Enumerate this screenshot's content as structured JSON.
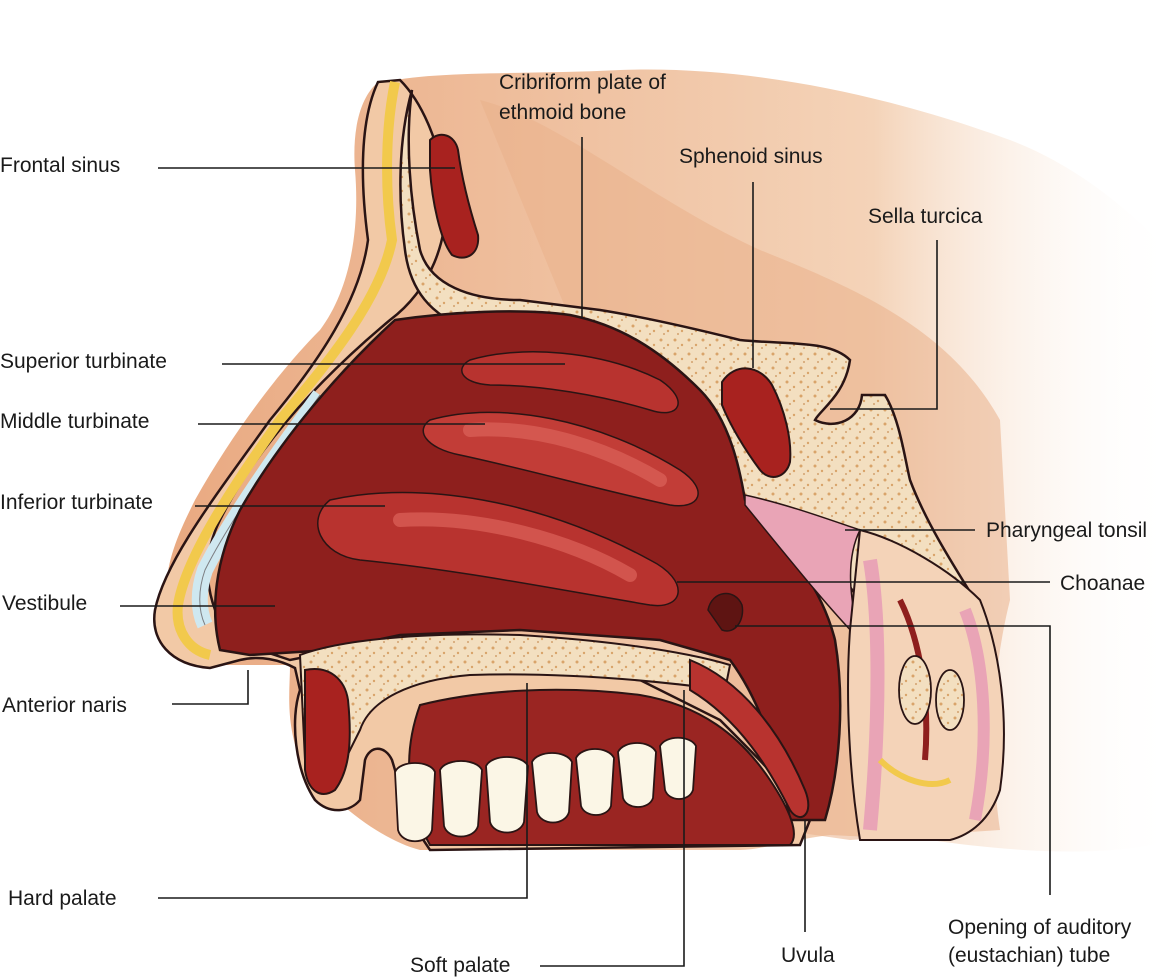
{
  "labels": {
    "frontal_sinus": "Frontal sinus",
    "superior_turbinate": "Superior turbinate",
    "middle_turbinate": "Middle turbinate",
    "inferior_turbinate": "Inferior turbinate",
    "vestibule": "Vestibule",
    "anterior_naris": "Anterior naris",
    "hard_palate": "Hard palate",
    "soft_palate": "Soft palate",
    "uvula": "Uvula",
    "cribriform_line1": "Cribriform plate of",
    "cribriform_line2": "ethmoid bone",
    "sphenoid_sinus": "Sphenoid sinus",
    "sella_turcica": "Sella turcica",
    "pharyngeal_tonsil": "Pharyngeal tonsil",
    "choanae": "Choanae",
    "auditory_line1": "Opening of auditory",
    "auditory_line2": "(eustachian) tube"
  },
  "colors": {
    "skin": "#f2c9a6",
    "skin_shadow": "#e9a981",
    "bone": "#f3dfc0",
    "bone_speckle": "#d9a46a",
    "mucosa_dark": "#8e1f1d",
    "mucosa_mid": "#b8332f",
    "mucosa_light": "#d65a52",
    "fat_yellow": "#f2c94c",
    "cartilage_blue": "#cfe8f0",
    "tooth": "#fbf6e6",
    "muscle_pink": "#e9a4b6",
    "outline": "#2a1414"
  }
}
